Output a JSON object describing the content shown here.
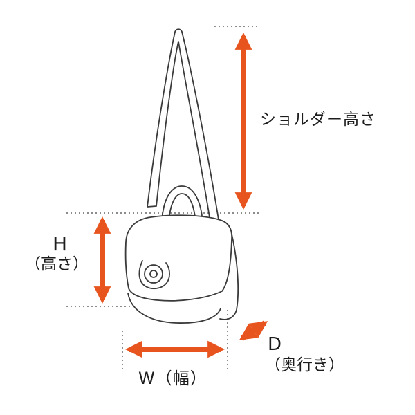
{
  "diagram": {
    "accent_color": "#E8541E",
    "outline_color": "#3a3a3a",
    "labels": {
      "shoulder_height": "ショルダー高さ",
      "height_letter": "H",
      "height_paren": "（高さ）",
      "width": "W（幅）",
      "depth_letter": "D",
      "depth_paren": "（奥行き）"
    }
  }
}
